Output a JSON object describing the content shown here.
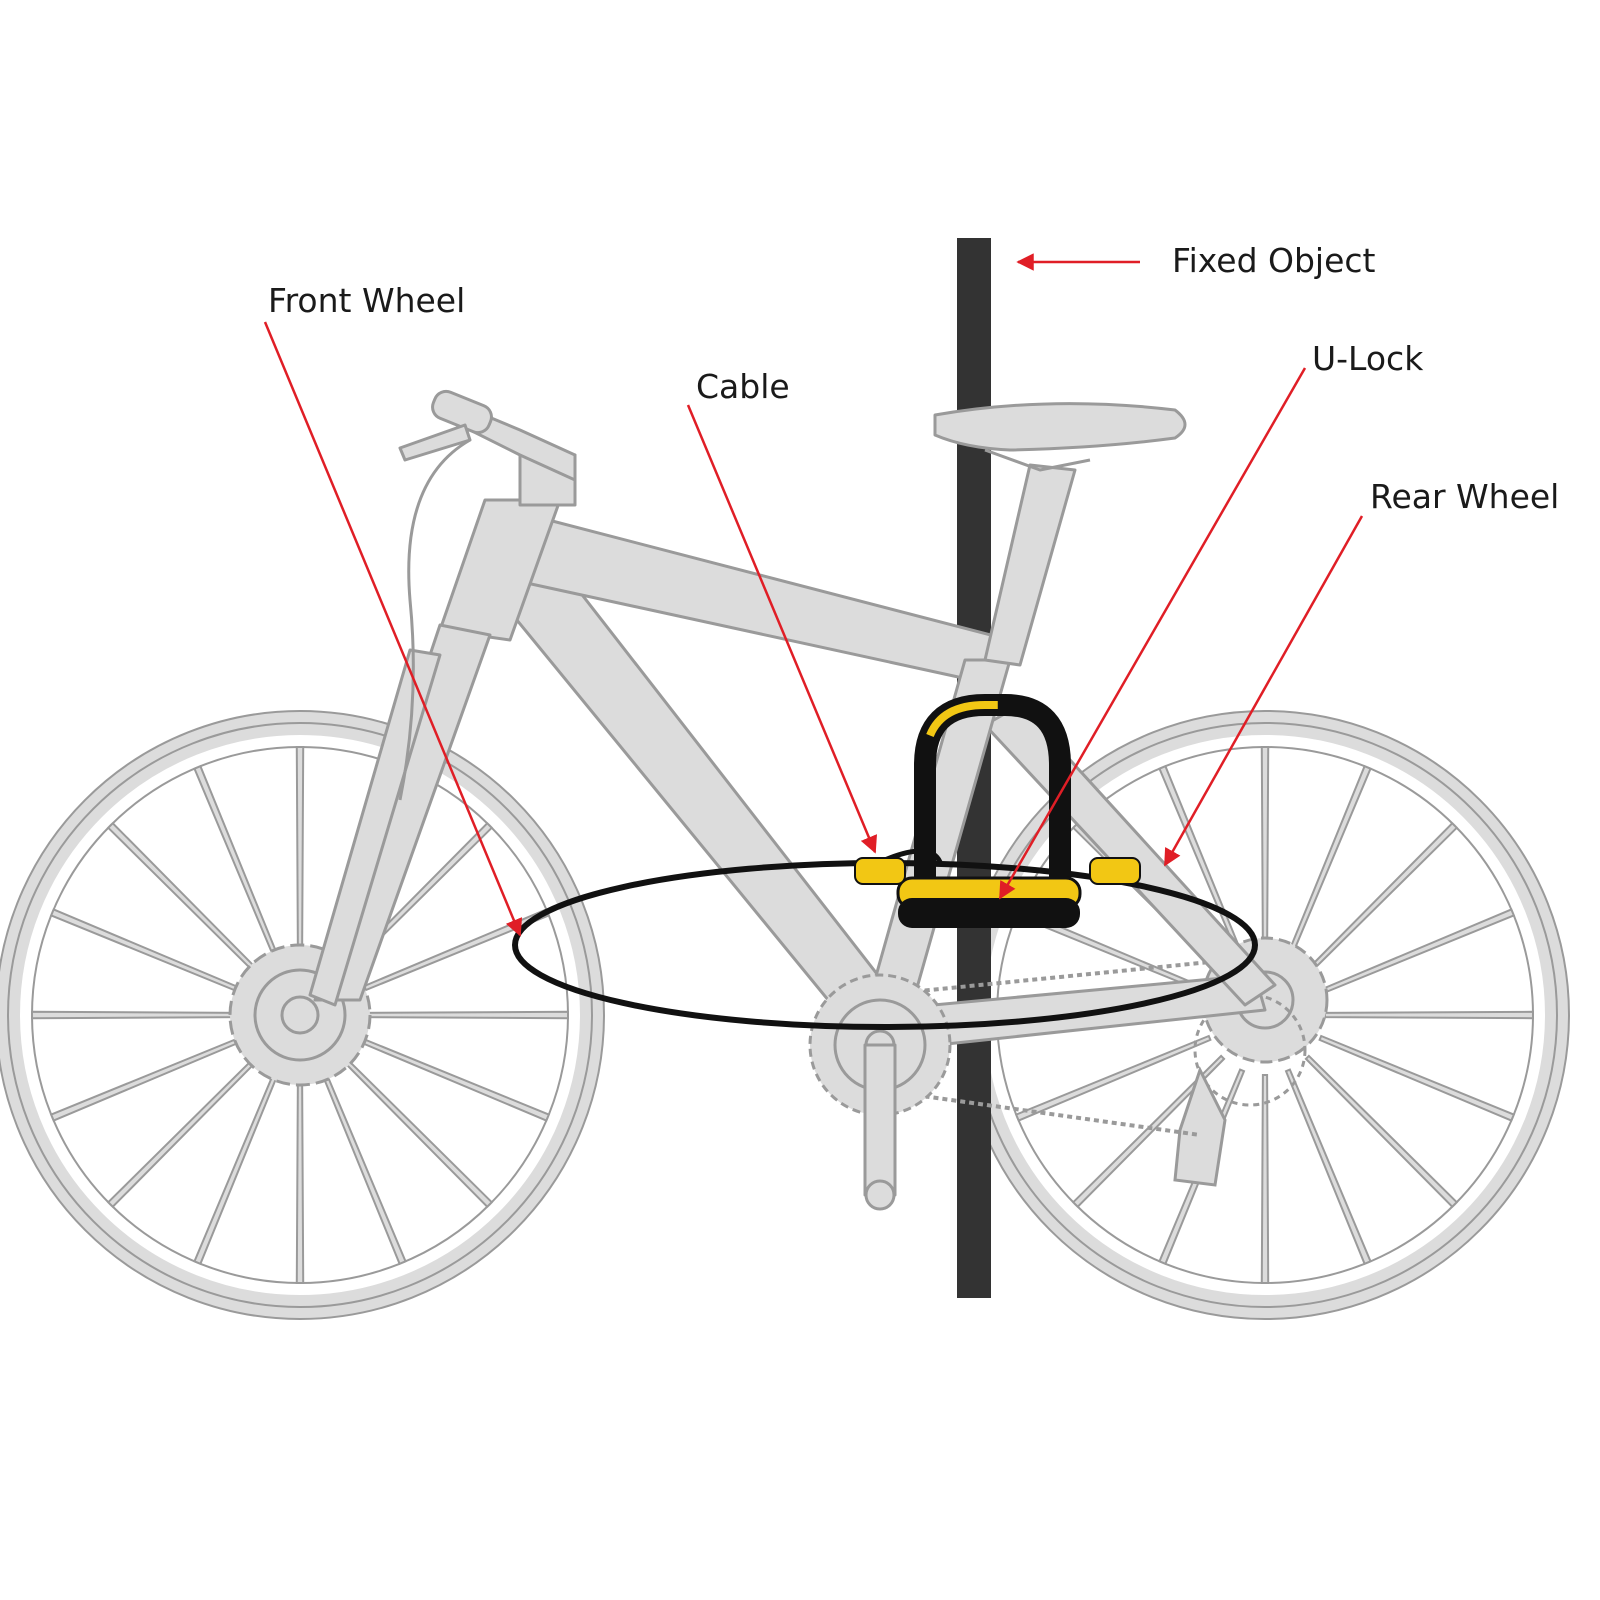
{
  "labels": {
    "front_wheel": "Front Wheel",
    "cable": "Cable",
    "fixed_object": "Fixed Object",
    "u_lock": "U-Lock",
    "rear_wheel": "Rear Wheel"
  },
  "colors": {
    "background": "#ffffff",
    "bike_fill": "#dcdcdc",
    "bike_stroke": "#9a9a9a",
    "pole": "#333333",
    "lock_yellow": "#f2c714",
    "lock_black": "#111111",
    "arrow_red": "#e01e26",
    "text": "#1a1a1a"
  }
}
